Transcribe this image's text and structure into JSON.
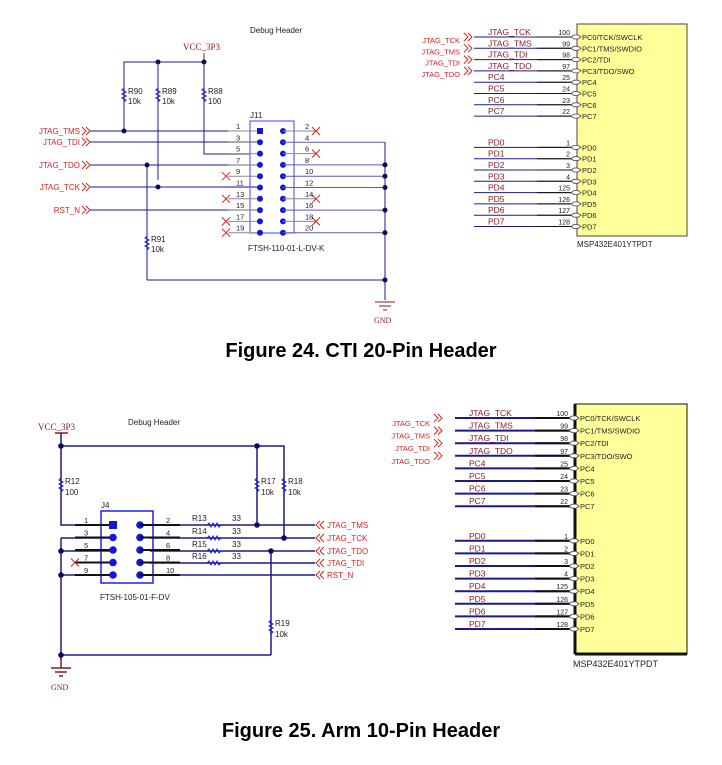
{
  "colors": {
    "wire": "#1a1a8c",
    "wire_light": "#5a5ab4",
    "junction": "#0b0b5e",
    "pin_dot": "#1515e0",
    "connector_box": "#4040ff",
    "net_label": "#e02020",
    "net_name": "#8b1a1a",
    "chip_fill": "#ffff99",
    "no_connect": "#e02020"
  },
  "figure24": {
    "caption": "Figure 24. CTI 20-Pin Header",
    "block_title": "Debug Header",
    "power_label": "VCC_3P3",
    "ground_label": "GND",
    "connector": {
      "ref": "J11",
      "part": "FTSH-110-01-L-DV-K",
      "pins_left": [
        "1",
        "3",
        "5",
        "7",
        "9",
        "11",
        "13",
        "15",
        "17",
        "19"
      ],
      "pins_right": [
        "2",
        "4",
        "6",
        "8",
        "10",
        "12",
        "14",
        "16",
        "18",
        "20"
      ]
    },
    "resistors": [
      {
        "ref": "R90",
        "value": "10k"
      },
      {
        "ref": "R89",
        "value": "10k"
      },
      {
        "ref": "R88",
        "value": "100"
      },
      {
        "ref": "R91",
        "value": "10k"
      }
    ],
    "signals": [
      "JTAG_TMS",
      "JTAG_TDI",
      "JTAG_TDO",
      "JTAG_TCK",
      "RST_N"
    ],
    "mcu": {
      "part": "MSP432E401YTPDT",
      "inputs": [
        "JTAG_TCK",
        "JTAG_TMS",
        "JTAG_TDI",
        "JTAG_TDO"
      ],
      "pins": [
        {
          "net": "JTAG_TCK",
          "num": "100",
          "name": "PC0/TCK/SWCLK"
        },
        {
          "net": "JTAG_TMS",
          "num": "99",
          "name": "PC1/TMS/SWDIO"
        },
        {
          "net": "JTAG_TDI",
          "num": "98",
          "name": "PC2/TDI"
        },
        {
          "net": "JTAG_TDO",
          "num": "97",
          "name": "PC3/TDO/SWO"
        },
        {
          "net": "PC4",
          "num": "25",
          "name": "PC4"
        },
        {
          "net": "PC5",
          "num": "24",
          "name": "PC5"
        },
        {
          "net": "PC6",
          "num": "23",
          "name": "PC6"
        },
        {
          "net": "PC7",
          "num": "22",
          "name": "PC7"
        },
        {
          "net": "PD0",
          "num": "1",
          "name": "PD0"
        },
        {
          "net": "PD1",
          "num": "2",
          "name": "PD1"
        },
        {
          "net": "PD2",
          "num": "3",
          "name": "PD2"
        },
        {
          "net": "PD3",
          "num": "4",
          "name": "PD3"
        },
        {
          "net": "PD4",
          "num": "125",
          "name": "PD4"
        },
        {
          "net": "PD5",
          "num": "126",
          "name": "PD5"
        },
        {
          "net": "PD6",
          "num": "127",
          "name": "PD6"
        },
        {
          "net": "PD7",
          "num": "128",
          "name": "PD7"
        }
      ]
    }
  },
  "figure25": {
    "caption": "Figure 25. Arm 10-Pin Header",
    "block_title": "Debug Header",
    "power_label": "VCC_3P3",
    "ground_label": "GND",
    "connector": {
      "ref": "J4",
      "part": "FTSH-105-01-F-DV",
      "pins_left": [
        "1",
        "3",
        "5",
        "7",
        "9"
      ],
      "pins_right": [
        "2",
        "4",
        "6",
        "8",
        "10"
      ]
    },
    "resistors": [
      {
        "ref": "R12",
        "value": "100"
      },
      {
        "ref": "R17",
        "value": "10k"
      },
      {
        "ref": "R18",
        "value": "10k"
      },
      {
        "ref": "R13",
        "value": "33"
      },
      {
        "ref": "R14",
        "value": "33"
      },
      {
        "ref": "R15",
        "value": "33"
      },
      {
        "ref": "R16",
        "value": "33"
      },
      {
        "ref": "R19",
        "value": "10k"
      }
    ],
    "signals": [
      "JTAG_TMS",
      "JTAG_TCK",
      "JTAG_TDO",
      "JTAG_TDI",
      "RST_N"
    ],
    "mcu": {
      "part": "MSP432E401YTPDT",
      "inputs": [
        "JTAG_TCK",
        "JTAG_TMS",
        "JTAG_TDI",
        "JTAG_TDO"
      ],
      "pins": [
        {
          "net": "JTAG_TCK",
          "num": "100",
          "name": "PC0/TCK/SWCLK"
        },
        {
          "net": "JTAG_TMS",
          "num": "99",
          "name": "PC1/TMS/SWDIO"
        },
        {
          "net": "JTAG_TDI",
          "num": "98",
          "name": "PC2/TDI"
        },
        {
          "net": "JTAG_TDO",
          "num": "97",
          "name": "PC3/TDO/SWO"
        },
        {
          "net": "PC4",
          "num": "25",
          "name": "PC4"
        },
        {
          "net": "PC5",
          "num": "24",
          "name": "PC5"
        },
        {
          "net": "PC6",
          "num": "23",
          "name": "PC6"
        },
        {
          "net": "PC7",
          "num": "22",
          "name": "PC7"
        },
        {
          "net": "PD0",
          "num": "1",
          "name": "PD0"
        },
        {
          "net": "PD1",
          "num": "2",
          "name": "PD1"
        },
        {
          "net": "PD2",
          "num": "3",
          "name": "PD2"
        },
        {
          "net": "PD3",
          "num": "4",
          "name": "PD3"
        },
        {
          "net": "PD4",
          "num": "125",
          "name": "PD4"
        },
        {
          "net": "PD5",
          "num": "126",
          "name": "PD5"
        },
        {
          "net": "PD6",
          "num": "127",
          "name": "PD6"
        },
        {
          "net": "PD7",
          "num": "128",
          "name": "PD7"
        }
      ]
    }
  }
}
